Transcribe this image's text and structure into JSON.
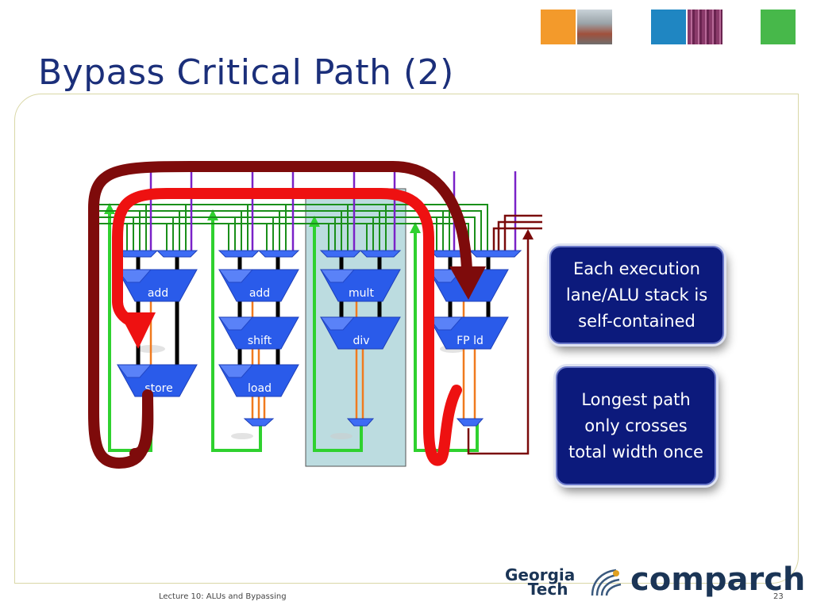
{
  "slide": {
    "title": "Bypass Critical Path (2)",
    "footer_left": "Lecture 10: ALUs and Bypassing",
    "page_number": "23"
  },
  "header_squares": {
    "colors": [
      "#f39a2b",
      "#1f86c2",
      "#47b84a"
    ],
    "photo_tones": [
      "#9aa3a8",
      "#8a3a6a"
    ]
  },
  "diagram": {
    "alus": [
      {
        "label": "add"
      },
      {
        "label": "store"
      },
      {
        "label": "add"
      },
      {
        "label": "shift"
      },
      {
        "label": "load"
      },
      {
        "label": "mult"
      },
      {
        "label": "div"
      },
      {
        "label": "FP ld"
      }
    ],
    "colors": {
      "alu_fill": "#2a5bea",
      "alu_light": "#6f93ff",
      "green_bus": "#2fd12f",
      "dark_green_bus": "#1a8f1a",
      "purple_input": "#7a22c8",
      "dark_red_bus": "#7a0a0a",
      "black_wire": "#000000",
      "orange_wire": "#f07a1e",
      "highlight_lane": "#bcdce0",
      "path_red": "#ee1111",
      "path_dark_red": "#7e0b0b"
    }
  },
  "callouts": [
    {
      "text": "Each execution lane/ALU stack is self-contained"
    },
    {
      "text": "Longest path only crosses total width once"
    }
  ],
  "logos": {
    "georgia_tech_line1": "Georgia",
    "georgia_tech_line2": "Tech",
    "comparch": "comparch"
  }
}
